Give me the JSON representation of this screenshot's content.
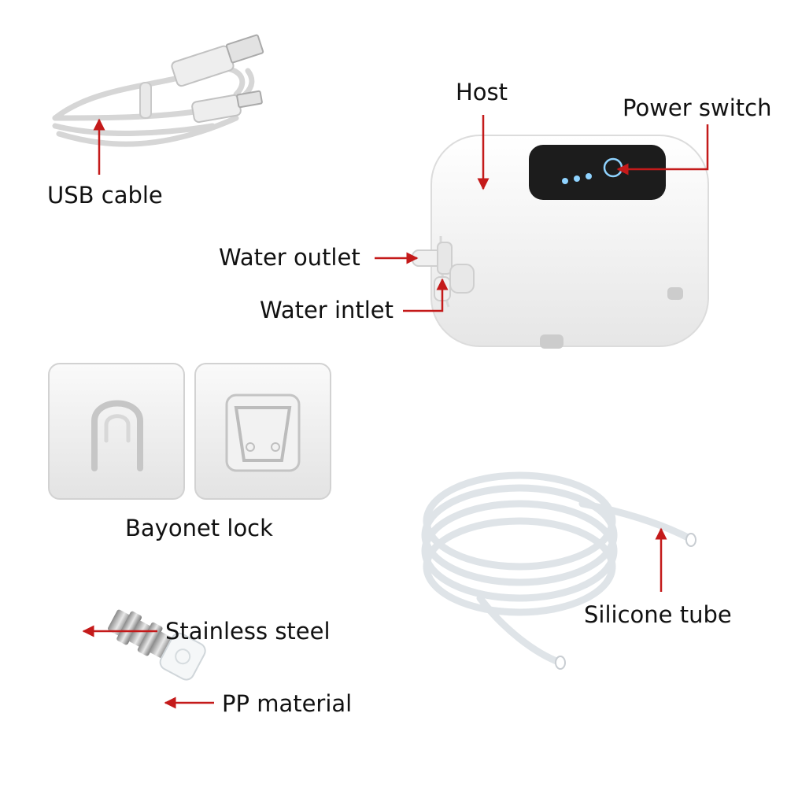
{
  "colors": {
    "background": "#ffffff",
    "label_text": "#111111",
    "pointer": "#c41a1a",
    "device_body": "#f6f6f6",
    "panel": "#1c1c1c",
    "indicator": "#8fd3ff",
    "tube": "#dfe4e8"
  },
  "labels": {
    "usb_cable": "USB cable",
    "host": "Host",
    "power_switch": "Power switch",
    "water_outlet": "Water outlet",
    "water_inlet": "Water intlet",
    "bayonet_lock": "Bayonet lock",
    "silicone_tube": "Silicone tube",
    "stainless_steel": "Stainless steel",
    "pp_material": "PP material"
  }
}
